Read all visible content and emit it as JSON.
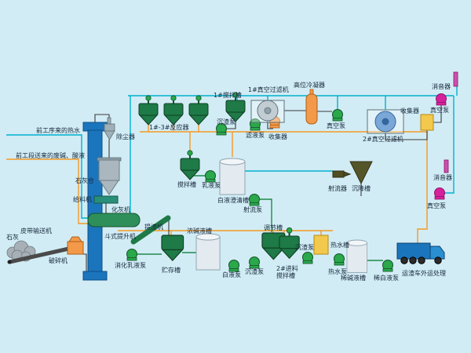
{
  "diagram": {
    "background": "#d2ecf5",
    "pipe_colors": {
      "water_cyan": "#00b2cf",
      "alkali_orange": "#f59a23",
      "process_dark": "#3a3a3a",
      "liquor_green": "#1f8a4c"
    },
    "equipment_colors": {
      "tank_green": "#1e7a46",
      "pump_green": "#2aa84a",
      "elevator_blue": "#1b75bc",
      "equipment_orange": "#f2994a",
      "box_yellow": "#f2c94c",
      "pump_magenta": "#d6219c",
      "drum_steel": "#c2ccd3",
      "cylinder_light": "#e4ebf0"
    }
  },
  "labels": {
    "hot_water_in": "前工序来的热水",
    "waste_alkali_in": "前工段送来的废碱、酸液",
    "dust_collector": "除尘器",
    "lime_silo": "石灰仓",
    "feeder": "给料机",
    "lime_slaker": "化灰机",
    "lime": "石灰",
    "belt_conveyor": "皮带输送机",
    "crusher": "破碎机",
    "bucket_elevator": "斗式提升机",
    "digest_pump": "消化乳液泵",
    "slag_extractor": "提渣机",
    "storage_tank": "贮存槽",
    "reactors": "1#-3#反应器",
    "mixer1": "1#搅拌槽",
    "sediment_pump_1": "沉渣泵",
    "filtrate_pump": "滤液泵",
    "collector_1": "收集器",
    "vacuum_filter_1": "1#真空过滤机",
    "condenser": "高位冷凝器",
    "vacuum_pump_1": "真空泵",
    "collector_2": "收集器",
    "vacuum_pump_2": "真空泵",
    "muffler_1": "消音器",
    "vacuum_filter_2": "2#真空过滤机",
    "mixing_tank": "搅拌槽",
    "emulsion_pump": "乳液泵",
    "clarifier": "白液澄清槽",
    "jet_pump": "射流泵",
    "jet_device": "射流器",
    "settling_tank": "沉降槽",
    "muffler_2": "消音器",
    "vacuum_pump_3": "真空泵",
    "conc_alkali_tank": "浓碱液槽",
    "regulating_tank": "调节槽",
    "white_liquor_pump": "白液泵",
    "sediment_pump_2": "沉渣泵",
    "feed_mixer_line1": "2#进料",
    "feed_mixer_line2": "搅拌槽",
    "sediment_pump_3": "沉渣泵",
    "hot_water_pump": "热水泵",
    "hot_water_tank": "热水槽",
    "dilute_alkali_tank": "稀碱液槽",
    "dilute_white_pump": "稀白液泵",
    "truck": "运渣车外运处理"
  }
}
